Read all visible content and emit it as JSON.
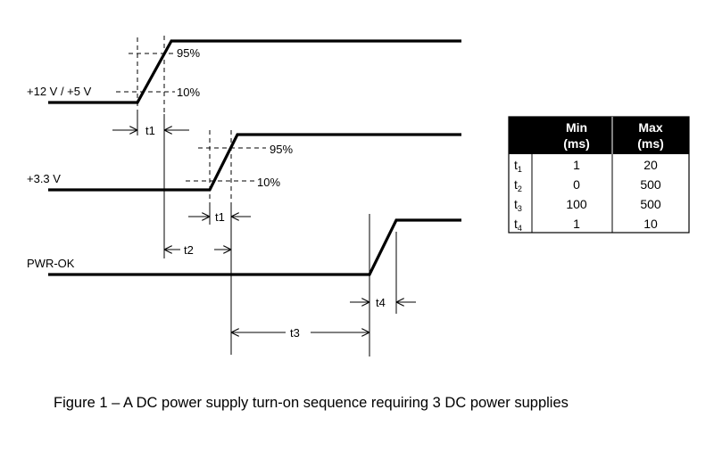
{
  "signals": [
    {
      "label": "+12 V / +5 V"
    },
    {
      "label": "+3.3 V"
    },
    {
      "label": "PWR-OK"
    }
  ],
  "thresholds": {
    "high": "95%",
    "low": "10%"
  },
  "intervals": [
    "t1",
    "t1",
    "t2",
    "t3",
    "t4"
  ],
  "timing_table": {
    "headers": [
      [
        "Min",
        "(ms)"
      ],
      [
        "Max",
        "(ms)"
      ]
    ],
    "rows": [
      {
        "param": "t",
        "sub": "1",
        "min": "1",
        "max": "20"
      },
      {
        "param": "t",
        "sub": "2",
        "min": "0",
        "max": "500"
      },
      {
        "param": "t",
        "sub": "3",
        "min": "100",
        "max": "500"
      },
      {
        "param": "t",
        "sub": "4",
        "min": "1",
        "max": "10"
      }
    ],
    "header_bg": "#000000"
  },
  "caption": "Figure 1 – A DC power supply turn-on sequence requiring 3 DC power supplies"
}
